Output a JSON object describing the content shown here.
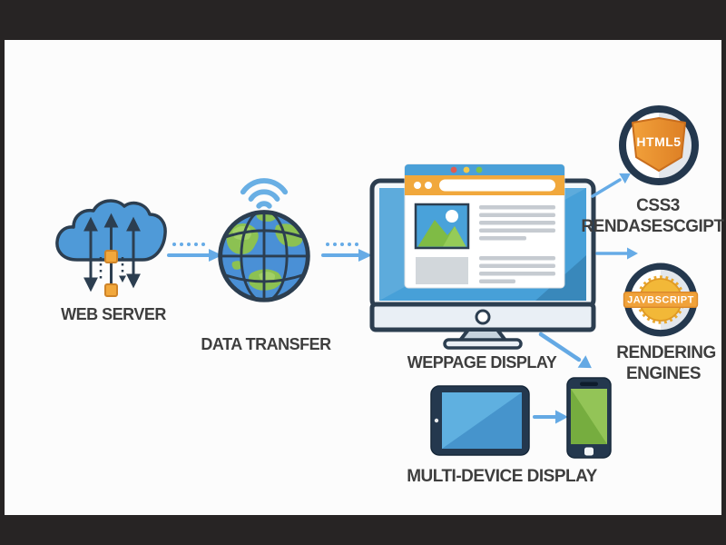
{
  "colors": {
    "frame_bar": "#272424",
    "canvas_bg": "#fcfcfc",
    "outline_navy": "#2c3e50",
    "arrow_blue": "#66abe6",
    "cloud_blue": "#4f9ad8",
    "accent_orange": "#f2a83c",
    "land_green": "#8cc152",
    "ocean_blue": "#4a90d6",
    "screen_blue": "#47a0d8",
    "phone_green": "#83b64a",
    "browser_bar_orange": "#f1a83c",
    "label_text": "#3e3e3e"
  },
  "web_server": {
    "icon": "cloud-sync-icon",
    "label": "WEB SERVER"
  },
  "data_transfer": {
    "icon": "globe-wifi-icon",
    "label": "DATA TRANSFER"
  },
  "webpage_display": {
    "icon": "desktop-browser-icon",
    "label": "WEPPAGE DISPLAY"
  },
  "html5_badge": {
    "icon": "html5-shield-badge-icon",
    "shield_text": "HTML5",
    "caption_line1": "CSS3",
    "caption_line2": "RENDASESCGIPT"
  },
  "javascript_badge": {
    "icon": "javascript-ribbon-badge-icon",
    "ribbon_text": "JAVBSCRIPT",
    "caption_line1": "RENDERING",
    "caption_line2": "ENGINES"
  },
  "multi_device": {
    "icons": [
      "tablet-icon",
      "smartphone-icon"
    ],
    "label": "MULTI-DEVICE DISPLAY"
  },
  "connectors": [
    "dotted-arrow-server-to-globe",
    "dotted-arrow-globe-to-monitor",
    "arrow-monitor-to-html5-badge",
    "arrow-monitor-to-js-badge",
    "arrow-display-to-devices",
    "arrow-tablet-to-phone"
  ]
}
